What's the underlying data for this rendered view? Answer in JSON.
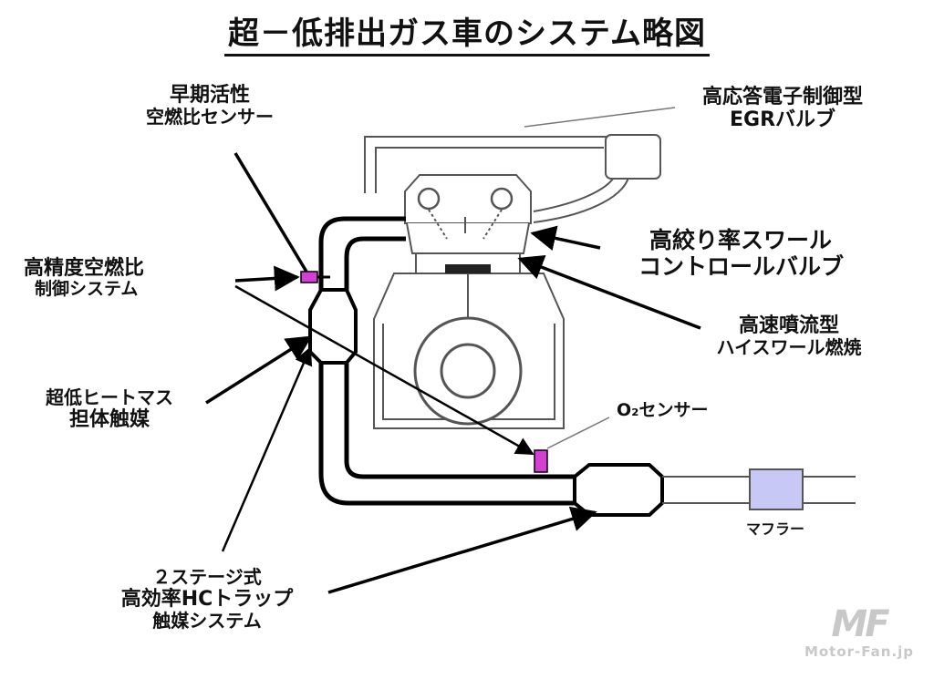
{
  "title": "超－低排出ガス車のシステム略図",
  "labels": {
    "early_sensor_1": "早期活性",
    "early_sensor_2": "空燃比センサー",
    "egr_1": "高応答電子制御型",
    "egr_2": "EGRバルブ",
    "swirl_1": "高絞り率スワール",
    "swirl_2": "コントロールバルブ",
    "precision_1": "高精度空燃比",
    "precision_2": "制御システム",
    "combustion_1": "高速噴流型",
    "combustion_2": "ハイスワール燃焼",
    "catalyst_1": "超低ヒートマス",
    "catalyst_2": "担体触媒",
    "o2": "O₂センサー",
    "muffler": "マフラー",
    "hc_1": "２ステージ式",
    "hc_2": "高効率HCトラップ",
    "hc_3": "触媒システム"
  },
  "colors": {
    "sensor": "#d63fd6",
    "muffler": "#c8c8f5",
    "line": "#000000",
    "engine_line": "#555555",
    "watermark": "#c8c8c8"
  },
  "watermark": {
    "mark": "MF",
    "text": "Motor-Fan.jp"
  }
}
